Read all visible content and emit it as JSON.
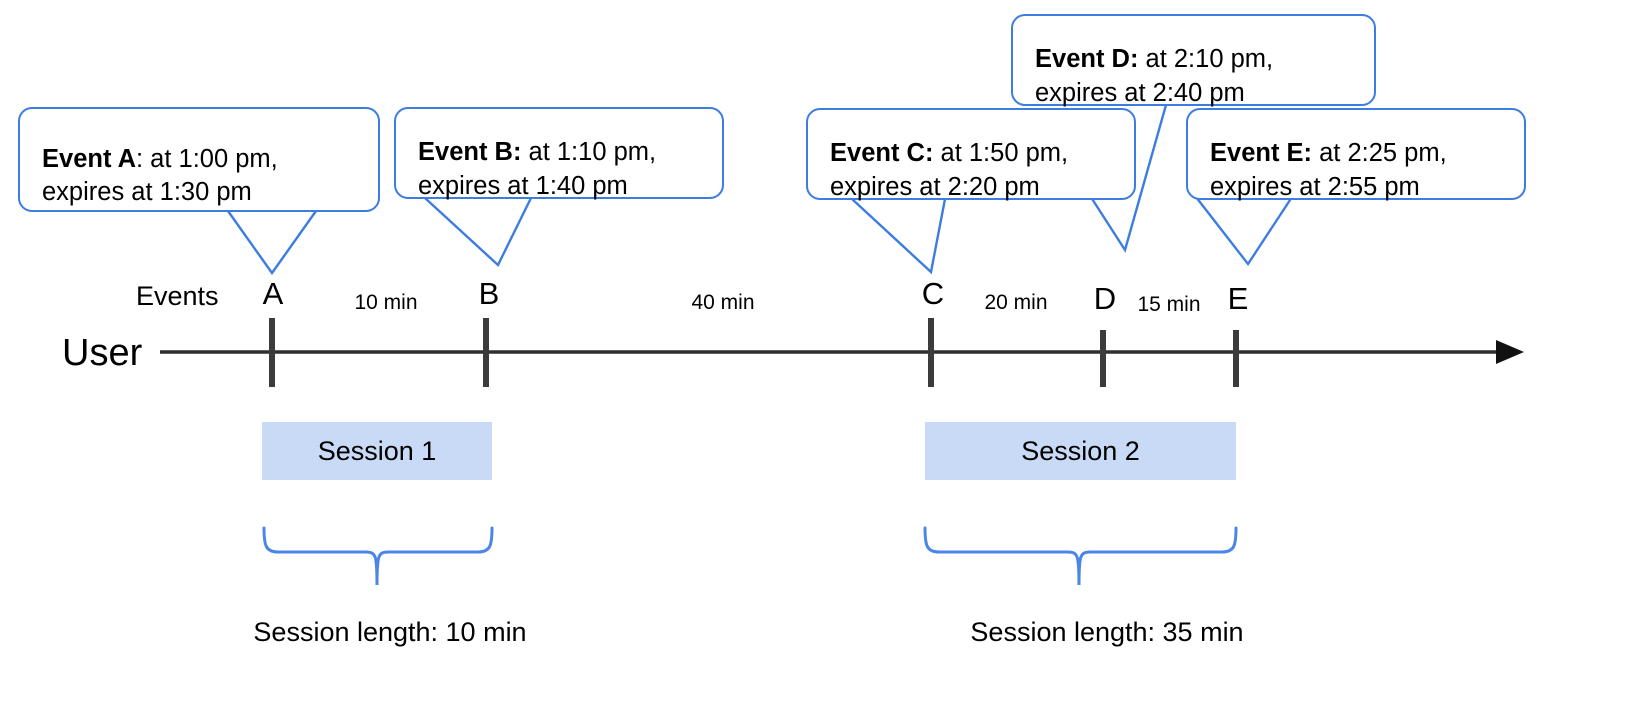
{
  "diagram": {
    "title": "User session timeline with events and expiry windows",
    "accent_blue": "#3d7ddf",
    "session_fill": "#c9daf6",
    "axis_color": "#2f2f2f"
  },
  "axis": {
    "row_label": "User",
    "events_label": "Events"
  },
  "events": [
    {
      "key": "A",
      "tick_label": "A",
      "bold": "Event A",
      "rest": ": at 1:00 pm,",
      "line2": "expires at 1:30 pm",
      "time": "1:00 pm",
      "expires": "1:30 pm"
    },
    {
      "key": "B",
      "tick_label": "B",
      "bold": "Event B:",
      "rest": " at 1:10 pm,",
      "line2": "expires at 1:40 pm",
      "time": "1:10 pm",
      "expires": "1:40 pm"
    },
    {
      "key": "C",
      "tick_label": "C",
      "bold": "Event C:",
      "rest": " at 1:50 pm,",
      "line2": "expires at 2:20 pm",
      "time": "1:50 pm",
      "expires": "2:20 pm"
    },
    {
      "key": "D",
      "tick_label": "D",
      "bold": "Event D:",
      "rest": " at 2:10 pm,",
      "line2": "expires at 2:40 pm",
      "time": "2:10 pm",
      "expires": "2:40 pm"
    },
    {
      "key": "E",
      "tick_label": "E",
      "bold": "Event E:",
      "rest": " at 2:25 pm,",
      "line2": "expires at 2:55 pm",
      "time": "2:25 pm",
      "expires": "2:55 pm"
    }
  ],
  "gaps": [
    {
      "from": "A",
      "to": "B",
      "label": "10 min"
    },
    {
      "from": "B",
      "to": "C",
      "label": "40 min"
    },
    {
      "from": "C",
      "to": "D",
      "label": "20 min"
    },
    {
      "from": "D",
      "to": "E",
      "label": "15 min"
    }
  ],
  "sessions": [
    {
      "name": "Session 1",
      "length_label": "Session length: 10 min",
      "length": "10 min"
    },
    {
      "name": "Session 2",
      "length_label": "Session length: 35 min",
      "length": "35 min"
    }
  ]
}
